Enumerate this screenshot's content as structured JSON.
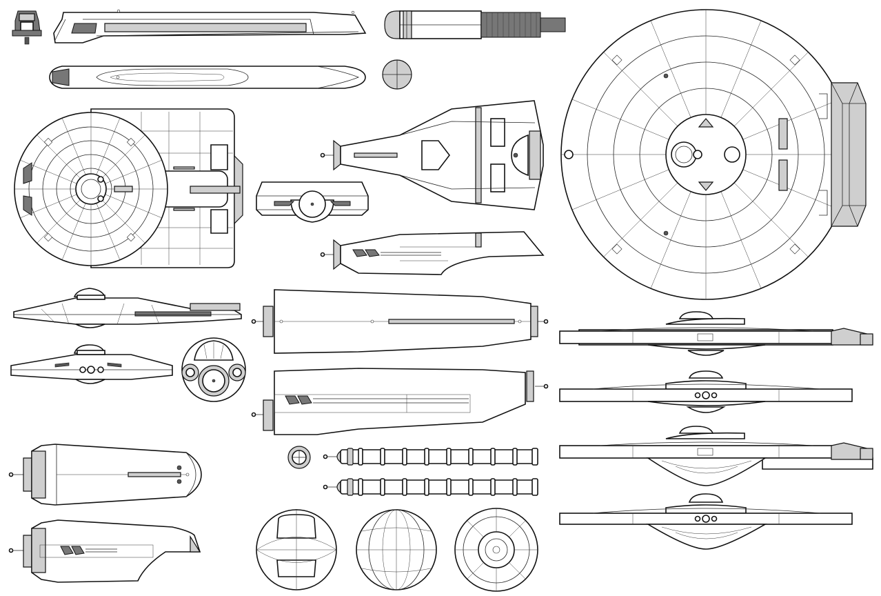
{
  "sheet": {
    "kind": "starship-schematic",
    "background": "#ffffff",
    "ink": "#111111",
    "fill_gray": "#cfcfcf",
    "fill_dark": "#777777",
    "views": [
      "command-pod-front",
      "secondary-hull-side-top",
      "sensor-pod-side",
      "sensor-pod-end",
      "secondary-hull-plan",
      "saucer-top-with-engineering-hull",
      "shuttlebay-plan",
      "shuttlebay-front",
      "shuttlebay-side",
      "saucer-side",
      "saucer-front",
      "deflector-front",
      "engineering-hull-top",
      "engineering-hull-side",
      "warp-nacelle-top",
      "warp-nacelle-side",
      "saucer-large-top",
      "saucer-large-edge-views",
      "pod-plan",
      "pod-side",
      "sphere-front",
      "sphere-side",
      "sphere-rear"
    ]
  }
}
